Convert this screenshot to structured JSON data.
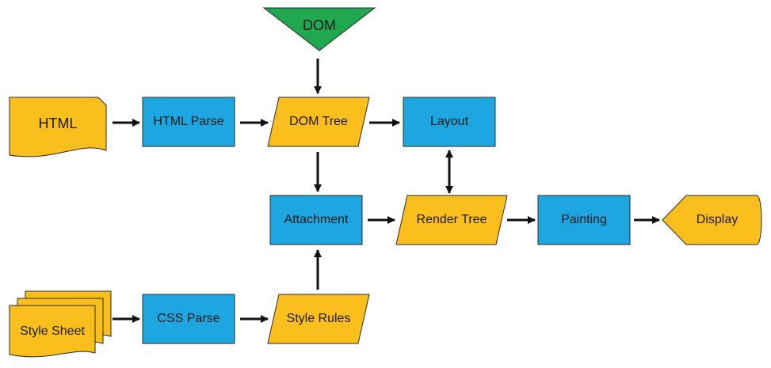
{
  "colors": {
    "process": "#1ea6e0",
    "data": "#fbbf1d",
    "dom_triangle": "#1fa84f",
    "stroke": "#2b2b2b",
    "arrow": "#111111"
  },
  "nodes": {
    "dom": {
      "label": "DOM",
      "shape": "triangle-down"
    },
    "html": {
      "label": "HTML",
      "shape": "document"
    },
    "html_parse": {
      "label": "HTML Parse",
      "shape": "process"
    },
    "dom_tree": {
      "label": "DOM Tree",
      "shape": "data"
    },
    "layout": {
      "label": "Layout",
      "shape": "process"
    },
    "attachment": {
      "label": "Attachment",
      "shape": "process"
    },
    "render_tree": {
      "label": "Render Tree",
      "shape": "data"
    },
    "painting": {
      "label": "Painting",
      "shape": "process"
    },
    "display": {
      "label": "Display",
      "shape": "display"
    },
    "style_sheet": {
      "label": "Style Sheet",
      "shape": "multi-document"
    },
    "css_parse": {
      "label": "CSS Parse",
      "shape": "process"
    },
    "style_rules": {
      "label": "Style Rules",
      "shape": "data"
    }
  },
  "edges": [
    {
      "from": "dom",
      "to": "dom_tree",
      "direction": "one-way"
    },
    {
      "from": "html",
      "to": "html_parse",
      "direction": "one-way"
    },
    {
      "from": "html_parse",
      "to": "dom_tree",
      "direction": "one-way"
    },
    {
      "from": "dom_tree",
      "to": "layout",
      "direction": "one-way"
    },
    {
      "from": "dom_tree",
      "to": "attachment",
      "direction": "one-way"
    },
    {
      "from": "layout",
      "to": "render_tree",
      "direction": "two-way"
    },
    {
      "from": "attachment",
      "to": "render_tree",
      "direction": "one-way"
    },
    {
      "from": "render_tree",
      "to": "painting",
      "direction": "one-way"
    },
    {
      "from": "painting",
      "to": "display",
      "direction": "one-way"
    },
    {
      "from": "style_sheet",
      "to": "css_parse",
      "direction": "one-way"
    },
    {
      "from": "css_parse",
      "to": "style_rules",
      "direction": "one-way"
    },
    {
      "from": "style_rules",
      "to": "attachment",
      "direction": "one-way"
    }
  ]
}
